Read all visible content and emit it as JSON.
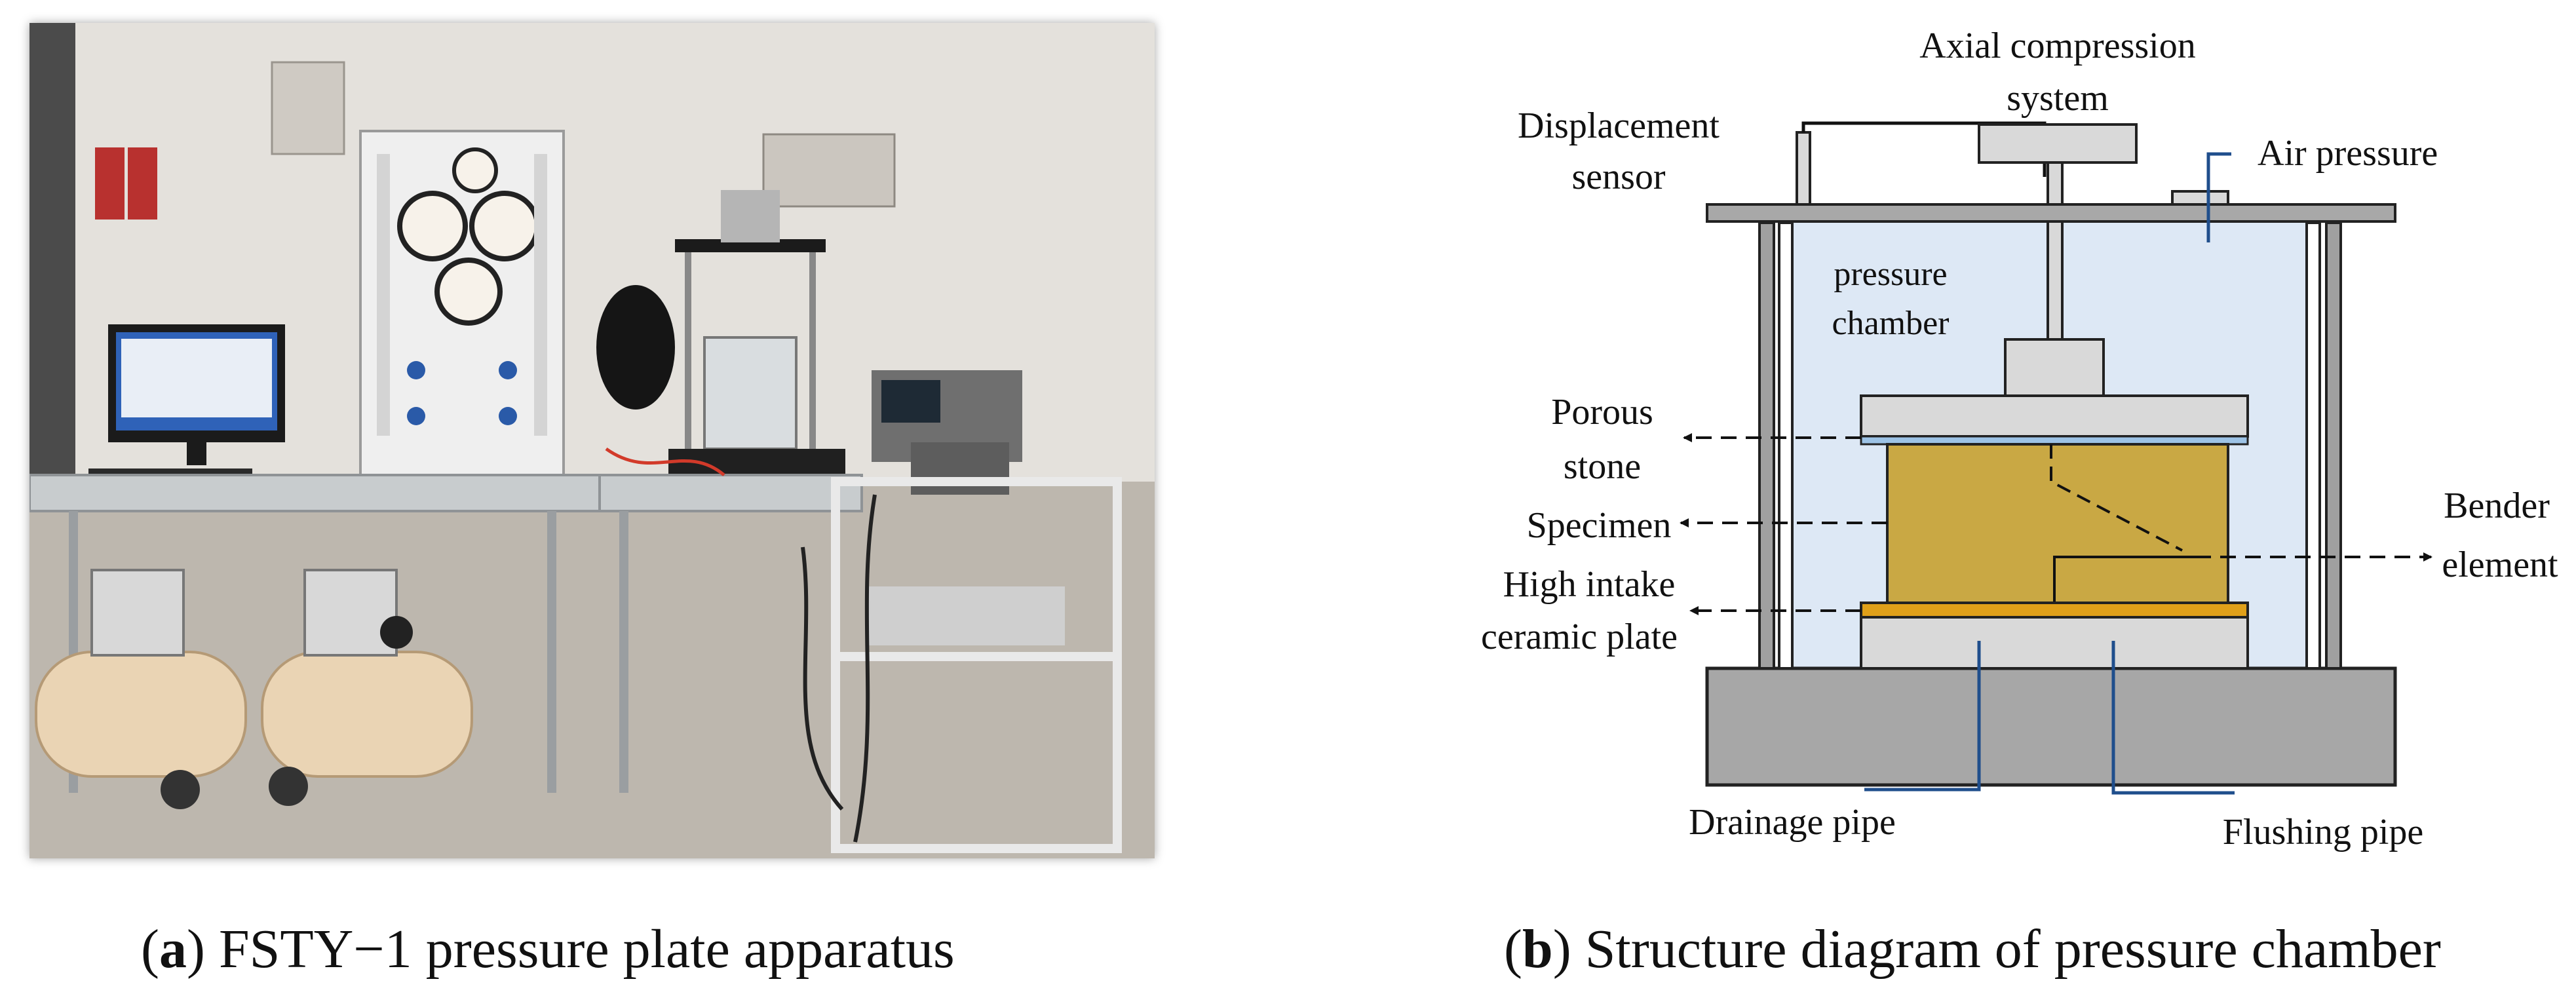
{
  "panel_a": {
    "caption": {
      "letter": "a",
      "text": "FSTY−1 pressure plate apparatus"
    }
  },
  "panel_b": {
    "caption": {
      "letter": "b",
      "text": "Structure diagram of pressure chamber"
    },
    "labels": {
      "axial_compression_line1": "Axial compression",
      "axial_compression_line2": "system",
      "displacement_sensor_line1": "Displacement",
      "displacement_sensor_line2": "sensor",
      "air_pressure": "Air pressure",
      "pressure_chamber_line1": "pressure",
      "pressure_chamber_line2": "chamber",
      "porous_stone_line1": "Porous",
      "porous_stone_line2": "stone",
      "specimen": "Specimen",
      "high_intake_line1": "High intake",
      "high_intake_line2": "ceramic plate",
      "bender_element_line1": "Bender",
      "bender_element_line2": "element",
      "drainage_pipe": "Drainage pipe",
      "flushing_pipe": "Flushing pipe"
    },
    "colors": {
      "chamber_fill": "#dde8f5",
      "specimen_fill": "#c9a844",
      "ceramic_fill": "#e0a019",
      "base_fill": "#a7a7a7",
      "plate_fill": "#d9d9d9",
      "pipe_color": "#1f4e8c"
    }
  }
}
